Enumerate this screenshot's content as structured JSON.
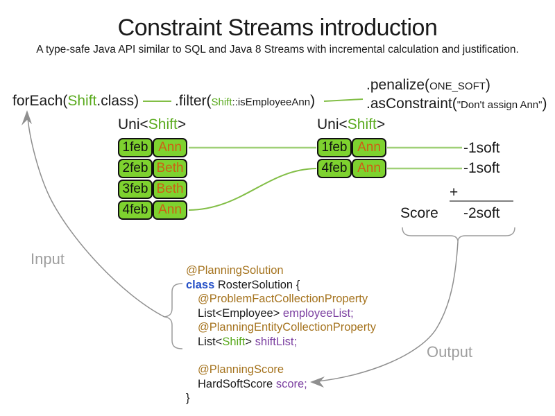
{
  "title": "Constraint Streams introduction",
  "subtitle": "A type-safe Java API similar to SQL and Java 8 Streams with incremental calculation and justification.",
  "pipeline": {
    "foreach_pre": "forEach(",
    "foreach_type": "Shift",
    "foreach_post": ".class)",
    "filter_pre": ".filter(",
    "filter_type": "Shift",
    "filter_method": "::isEmployeeAnn",
    "filter_close": ")",
    "penalize_pre": ".penalize(",
    "penalize_arg": "ONE_SOFT",
    "penalize_close": ")",
    "asconstraint_pre": ".asConstraint(",
    "asconstraint_arg": "\"Don't assign Ann\"",
    "asconstraint_close": ")"
  },
  "streams": {
    "left": {
      "header_pre": "Uni<",
      "header_type": "Shift",
      "header_post": ">",
      "rows": [
        {
          "date": "1feb",
          "employee": "Ann"
        },
        {
          "date": "2feb",
          "employee": "Beth"
        },
        {
          "date": "3feb",
          "employee": "Beth"
        },
        {
          "date": "4feb",
          "employee": "Ann"
        }
      ]
    },
    "right": {
      "header_pre": "Uni<",
      "header_type": "Shift",
      "header_post": ">",
      "rows": [
        {
          "date": "1feb",
          "employee": "Ann"
        },
        {
          "date": "4feb",
          "employee": "Ann"
        }
      ]
    }
  },
  "score_panel": {
    "penalties": [
      "-1soft",
      "-1soft"
    ],
    "plus_sign": "+",
    "score_label": "Score",
    "total": "-2soft"
  },
  "flow_labels": {
    "input": "Input",
    "output": "Output"
  },
  "code": {
    "annotation_planning_solution": "@PlanningSolution",
    "keyword_class": "class",
    "class_name": " RosterSolution {",
    "annotation_problem_fact": "@ProblemFactCollectionProperty",
    "employee_list_type": "List<Employee> ",
    "employee_list_name": "employeeList;",
    "annotation_planning_entity": "@PlanningEntityCollectionProperty",
    "shift_list_pre": "List<",
    "shift_list_type": "Shift",
    "shift_list_mid": "> ",
    "shift_list_name": "shiftList;",
    "annotation_planning_score": "@PlanningScore",
    "score_field_type": "HardSoftScore ",
    "score_field_name": "score;",
    "closing_brace": "}"
  },
  "colors": {
    "green_text": "#5AAA1E",
    "green_fill": "#7ED22F",
    "orange_text": "#CD5F14",
    "annotation_brown": "#A5731E",
    "keyword_blue": "#2550C7",
    "field_purple": "#7B3FA0",
    "gray_label": "#9E9E9E"
  }
}
